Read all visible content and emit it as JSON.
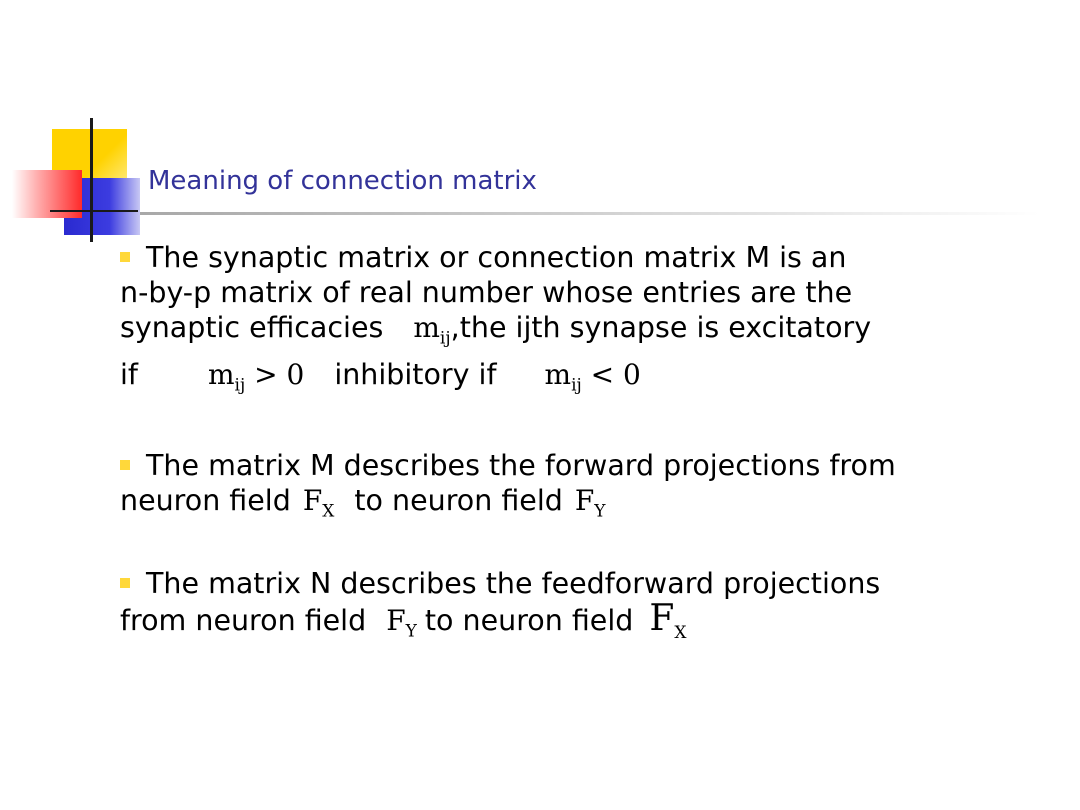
{
  "slide": {
    "title": "Meaning of connection matrix",
    "p1": {
      "line1": "The synaptic matrix or connection matrix M is an",
      "line2": "n-by-p matrix of real number whose entries are the",
      "line3_a": "synaptic efficacies",
      "m": "m",
      "ij": "ij",
      "comma": ",",
      "line3_b": "the ijth synapse is excitatory",
      "line4_if": "if",
      "gt": " > 0",
      "line4_inh": "inhibitory if",
      "lt": " < 0"
    },
    "p2": {
      "line1": "The matrix M describes the forward projections from",
      "line2_a": "neuron field",
      "F": "F",
      "X": "X",
      "line2_b": "to neuron field",
      "Y": "Y"
    },
    "p3": {
      "line1": "The matrix N describes the feedforward projections",
      "line2_a": "from neuron field",
      "line2_b": "to neuron field"
    }
  },
  "colors": {
    "title": "#333399",
    "bullet": "#ffd83a"
  }
}
